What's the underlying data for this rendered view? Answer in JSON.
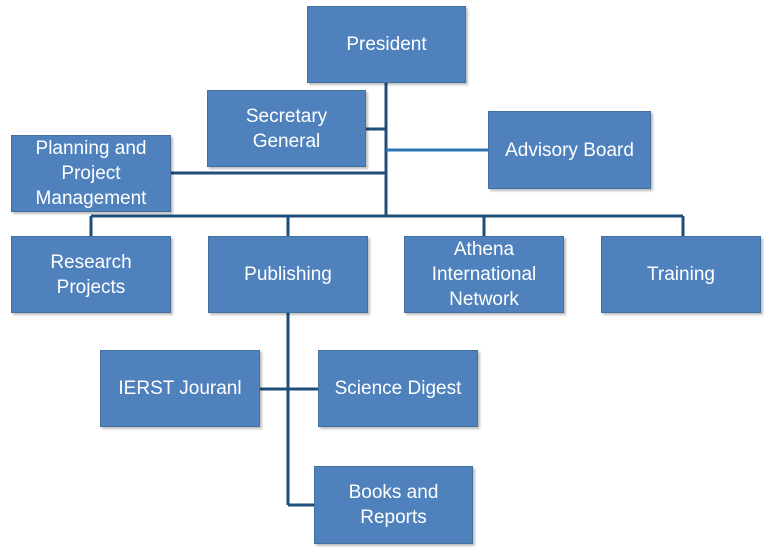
{
  "org_chart": {
    "president": "President",
    "secretary_general": "Secretary\nGeneral",
    "advisory_board": "Advisory Board",
    "planning": "Planning and\nProject\nManagement",
    "research_projects": "Research\nProjects",
    "publishing": "Publishing",
    "athena": "Athena\nInternational\nNetwork",
    "training": "Training",
    "ierst_journal": "IERST Jouranl",
    "science_digest": "Science Digest",
    "books_reports": "Books and\nReports"
  },
  "colors": {
    "box_fill": "#4f81bd",
    "box_border": "#41719c",
    "connector": "#1f4e79",
    "advisory_connector": "#2e75b6",
    "text": "#ffffff"
  }
}
